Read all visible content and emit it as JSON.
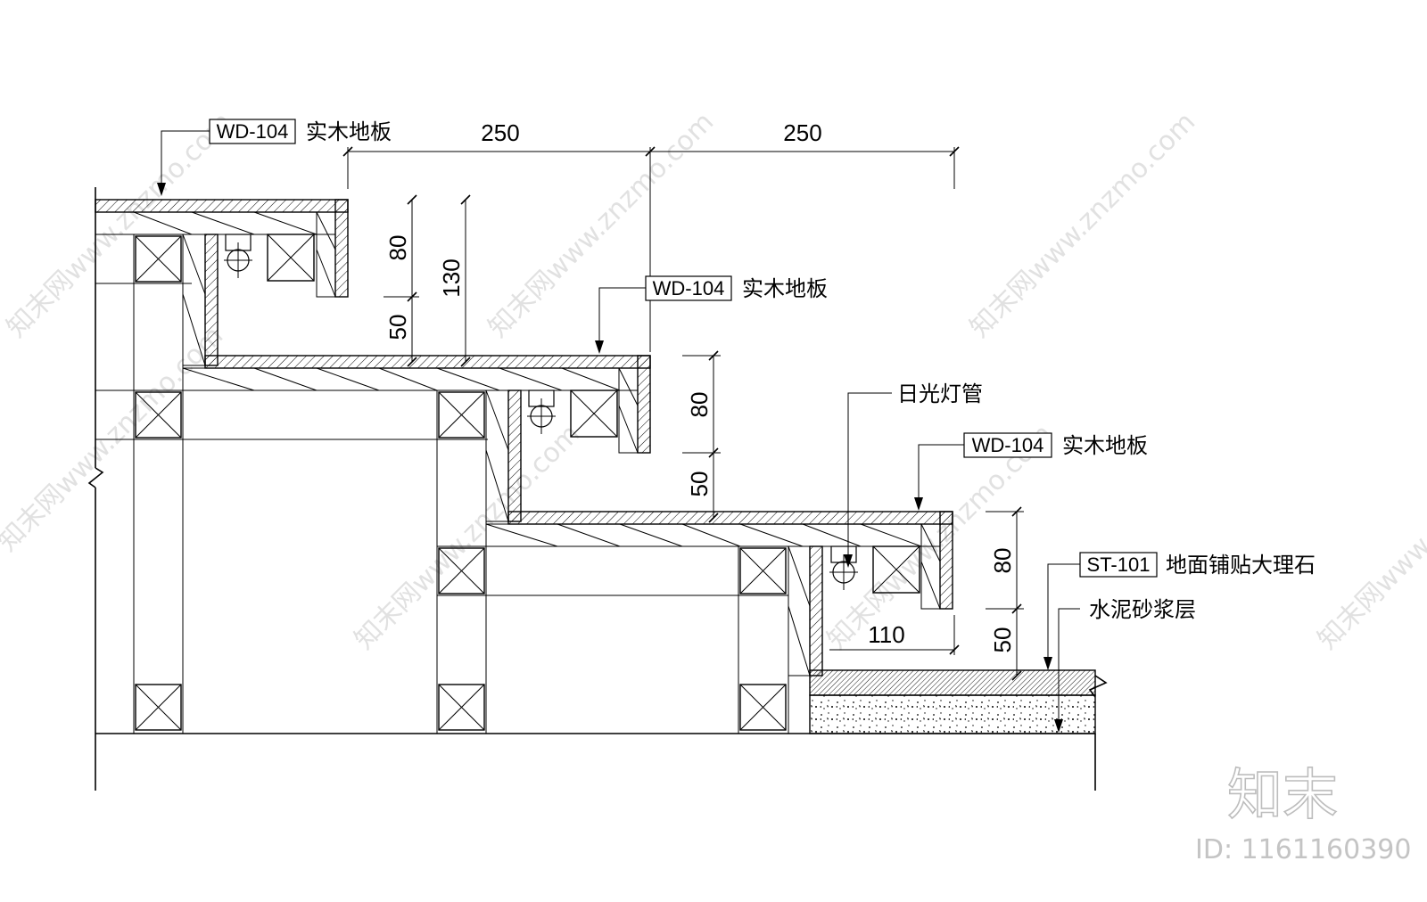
{
  "title_labels": [
    {
      "id": "wd1",
      "tag": "WD-104",
      "text": "实木地板"
    },
    {
      "id": "wd2",
      "tag": "WD-104",
      "text": "实木地板"
    },
    {
      "id": "wd3",
      "tag": "WD-104",
      "text": "实木地板"
    },
    {
      "id": "st1",
      "tag": "ST-101",
      "text": "地面铺贴大理石"
    }
  ],
  "notes": {
    "fluorescent": "日光灯管",
    "mortar": "水泥砂浆层"
  },
  "dimensions": {
    "top_run_1": "250",
    "top_run_2": "250",
    "step1_upper": "80",
    "step1_lower": "50",
    "step1_total": "130",
    "step2_upper": "80",
    "step2_lower": "50",
    "step3_upper": "80",
    "step3_lower": "50",
    "toe_width": "110"
  },
  "watermark": {
    "text": "知末网www.znzmo.com",
    "brand": "知末",
    "id_text": "ID: 1161160390"
  }
}
